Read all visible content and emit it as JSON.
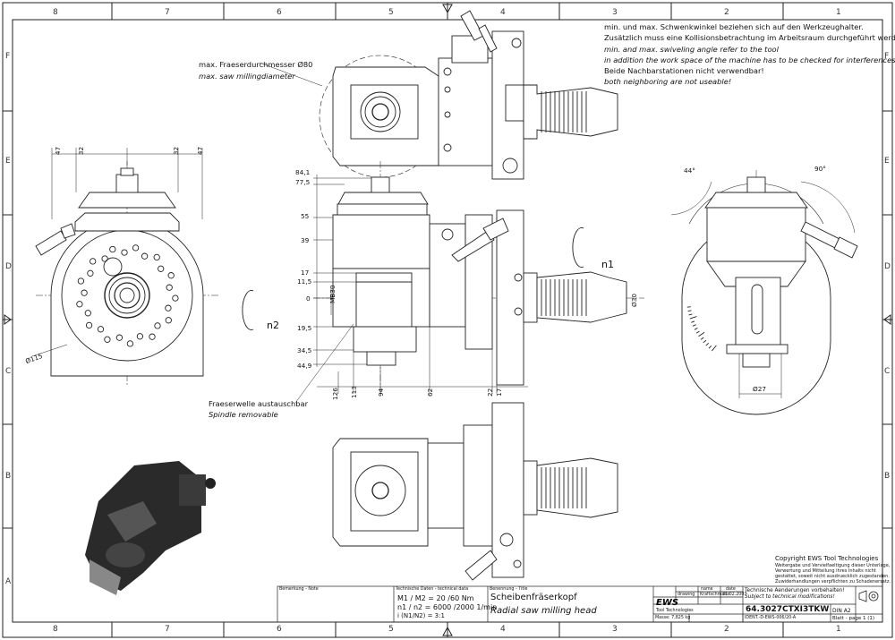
{
  "grid": {
    "columns": [
      "8",
      "7",
      "6",
      "5",
      "4",
      "3",
      "2",
      "1"
    ],
    "rows": [
      "F",
      "E",
      "D",
      "C",
      "B",
      "A"
    ]
  },
  "notes": {
    "de_1": "min. und max. Schwenkwinkel beziehen sich auf den Werkzeughalter.",
    "de_2": "Zusätzlich muss eine Kollisionsbetrachtung im Arbeitsraum durchgeführt werden!",
    "en_1": "min. and max. swiveling angle refer to the tool",
    "en_2": "in addition the work space of the machine has to be checked for interferences!",
    "de_3": "Beide Nachbarstationen nicht verwendbar!",
    "en_3": "both neighboring are not useable!"
  },
  "callouts": {
    "cutter_de": "max. Fraeserdurchmesser Ø80",
    "cutter_en": "max. saw millingdiameter",
    "spindle_de": "Fraeserwelle austauschbar",
    "spindle_en": "Spindle removable"
  },
  "dimensions": {
    "left_top": [
      "47",
      "32",
      "32",
      "47"
    ],
    "left_dia": "Ø115",
    "vertical": [
      "84,1",
      "77,5",
      "55",
      "39",
      "17",
      "11,5",
      "0",
      "19,5",
      "34,5",
      "44,9"
    ],
    "mb": "MB30",
    "horizontal": [
      "126",
      "113",
      "94",
      "62",
      "22",
      "17"
    ],
    "shank": "Ø30",
    "right_dia": "Ø27",
    "angle_left": "44°",
    "angle_right": "90°",
    "rotation_1": "n1",
    "rotation_2": "n2"
  },
  "title_block": {
    "remark_label": "Bemerkung - Note",
    "tech_label": "Technische Daten - technical data",
    "torque": "M1 / M2 = 20 /60 Nm",
    "speed": "n1 / n2 = 6000 /2000 1/min",
    "ratio": "i (N1/N2) = 3:1",
    "name_label": "Benennung - Title",
    "title_de": "Scheibenfräserkopf",
    "title_en": "Radial saw milling head",
    "col_name": "name",
    "col_date": "date",
    "row_drawing": "drawing",
    "drawn_by": "Kraftschmann",
    "drawn_date": "31.02.2007",
    "change_de": "Technische Aenderungen vorbehalten!",
    "change_en": "Subject to technical modifications!",
    "part_no": "64.3027CTXI3TKW",
    "size": "DIN A2",
    "mass": "Masse: 7,825 kg",
    "ident": "IDENT.-D-EWS-006/20-A",
    "sheet": "Blatt - page 1 (1)",
    "copyright_1": "Copyright EWS Tool Technologies",
    "copyright_2": "Weitergabe und Vervielfaeltigung dieser Unterlage,",
    "copyright_3": "Verwertung und Mitteilung ihres Inhalts nicht",
    "copyright_4": "gestattet, soweit nicht ausdruecklich zugestanden.",
    "copyright_5": "Zuwiderhandlungen verpflichten zu Schadenersatz.",
    "logo": "EWS",
    "logo_sub": "Tool Technologies"
  }
}
